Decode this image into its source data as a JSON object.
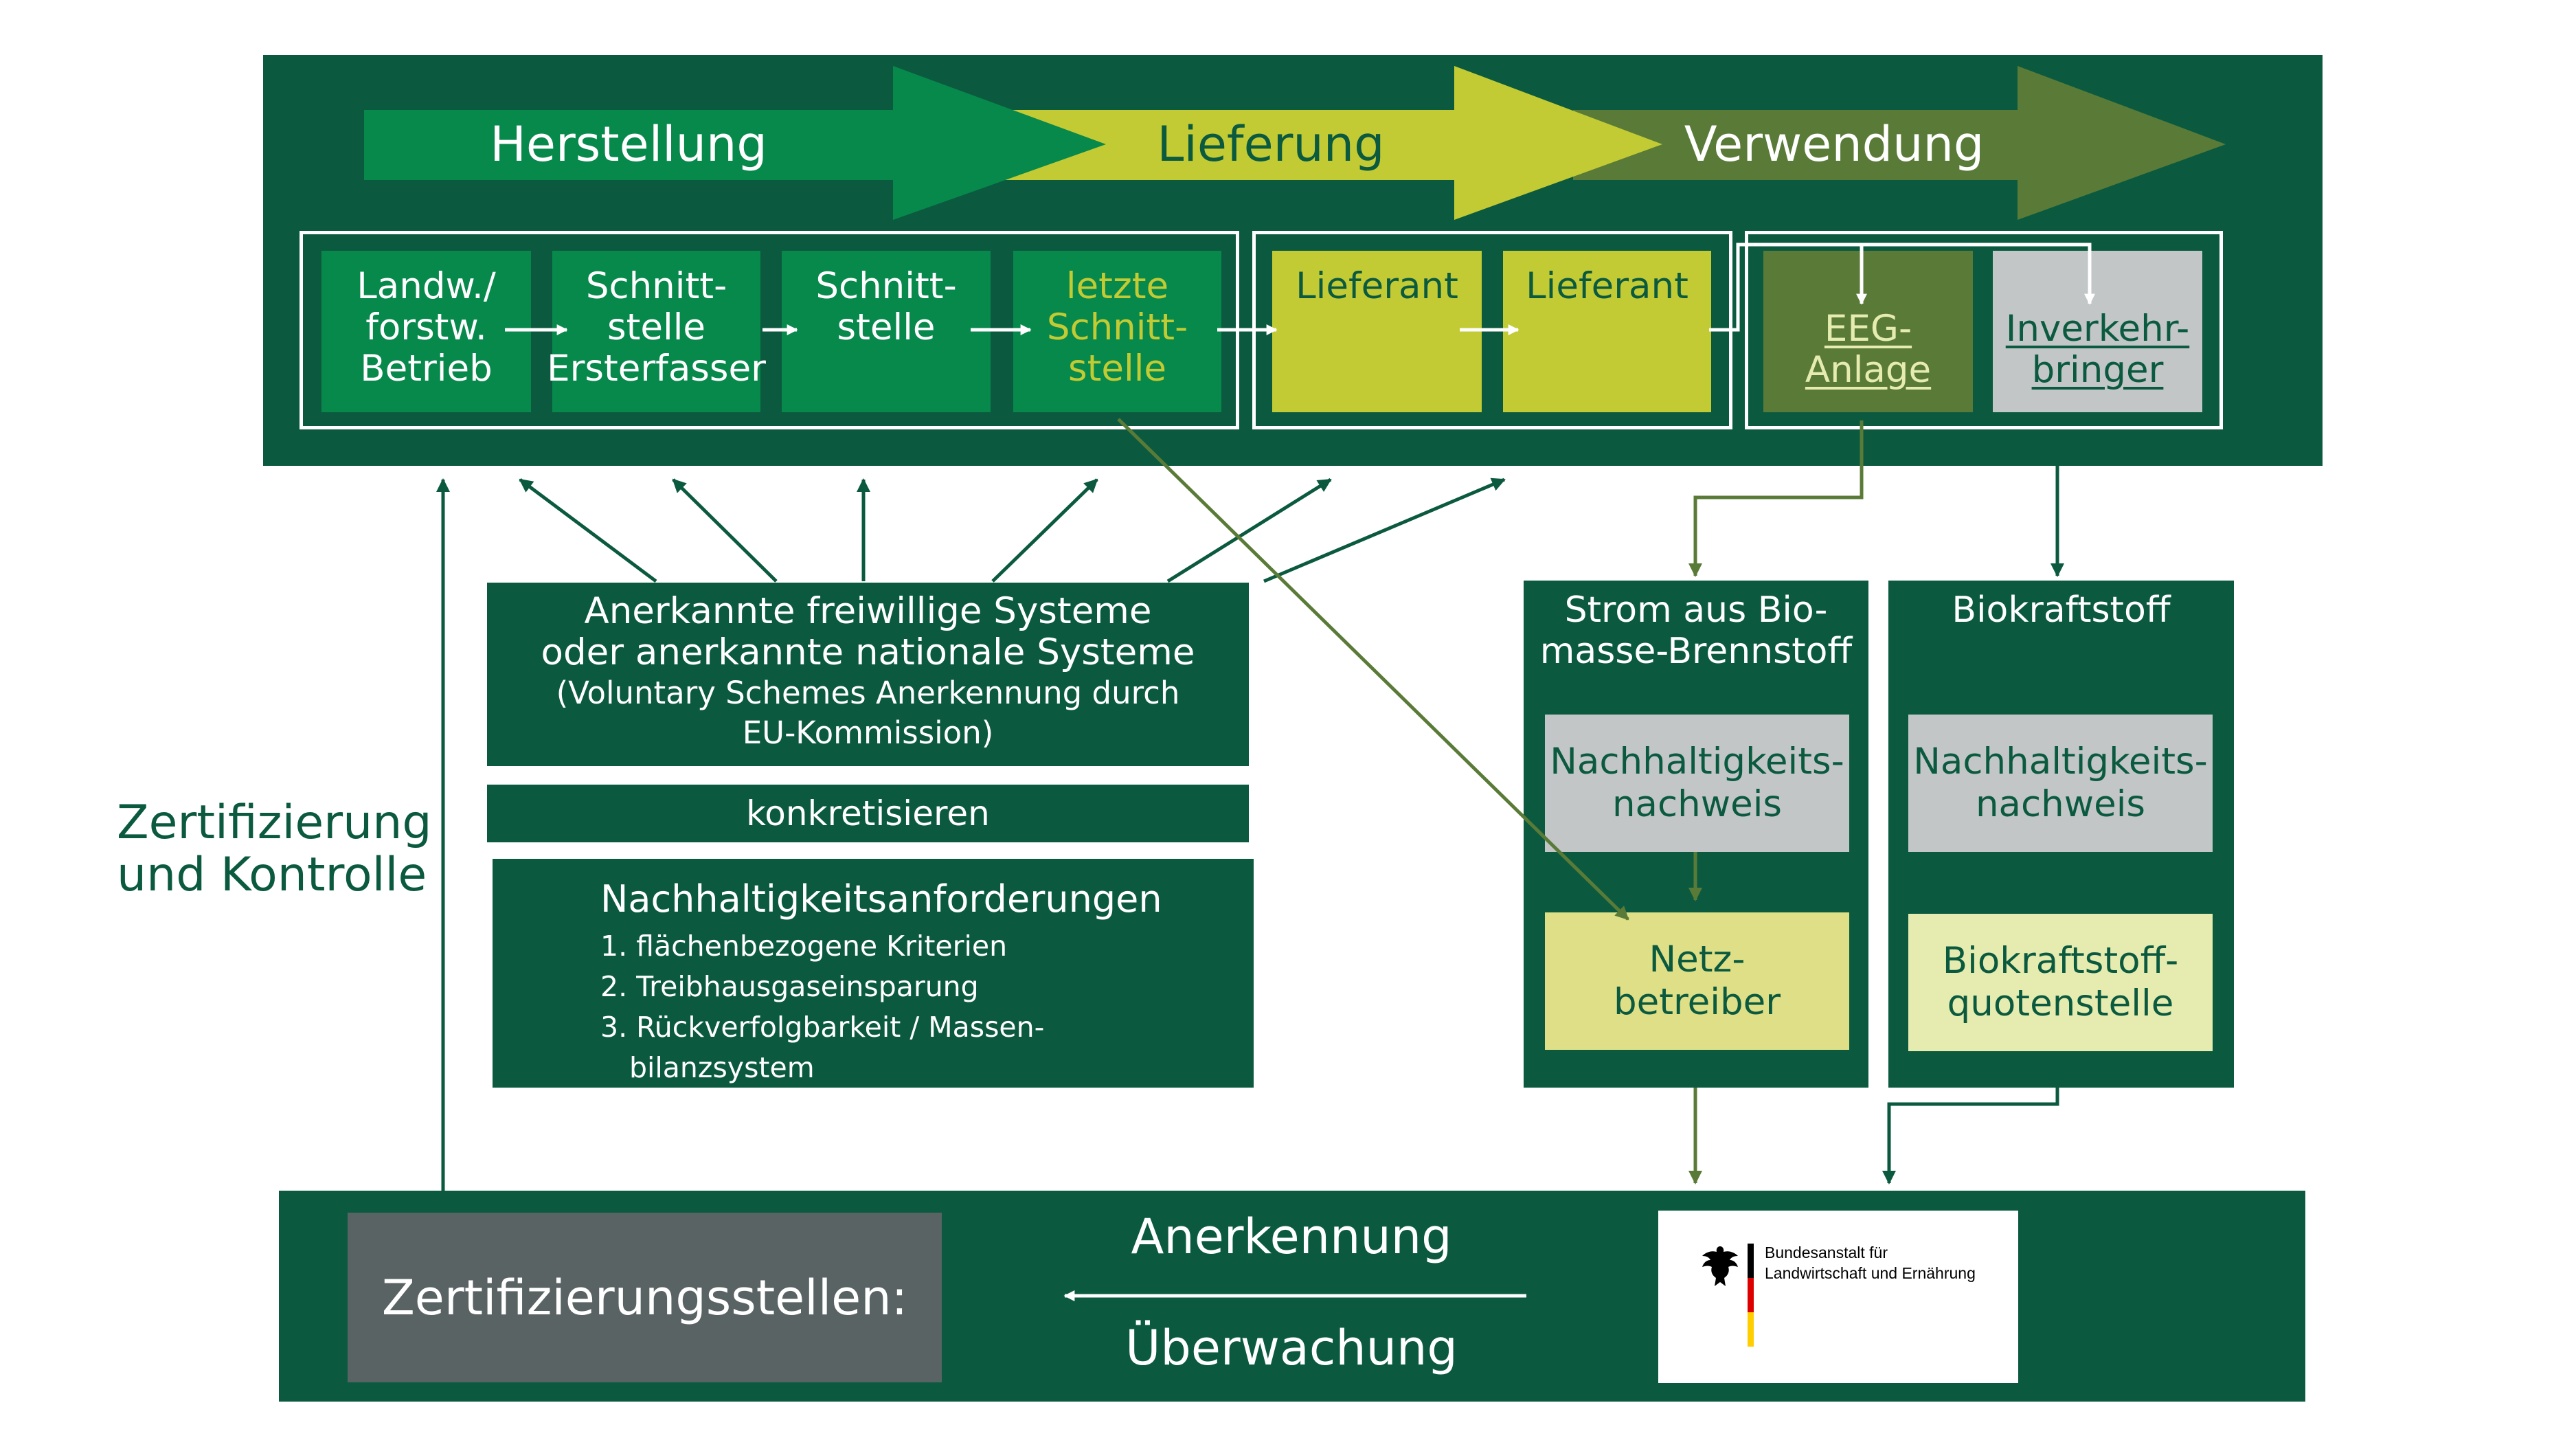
{
  "phases": [
    {
      "label": "Herstellung"
    },
    {
      "label": "Lieferung"
    },
    {
      "label": "Verwendung"
    }
  ],
  "chain": {
    "n1": [
      "Landw./",
      "forstw.",
      "Betrieb"
    ],
    "n2": [
      "Schnitt-",
      "stelle",
      "Ersterfasser"
    ],
    "n3": [
      "Schnitt-",
      "stelle"
    ],
    "n4": [
      "letzte",
      "Schnitt-",
      "stelle"
    ],
    "n5": [
      "Lieferant"
    ],
    "n6": [
      "Lieferant"
    ],
    "n7": [
      "EEG-",
      "Anlage"
    ],
    "n8": [
      "Inverkehr-",
      "bringer"
    ]
  },
  "schemes": {
    "lines": [
      "Anerkannte freiwillige Systeme",
      "oder anerkannte nationale Systeme"
    ],
    "sub": [
      "(Voluntary Schemes Anerkennung durch",
      "EU-Kommission)"
    ]
  },
  "concretize": "konkretisieren",
  "requirements": {
    "title": "Nachhaltigkeitsanforderungen",
    "items": [
      "1. flächenbezogene Kriterien",
      "2. Treibhausgaseinsparung",
      "3. Rückverfolgbarkeit / Massen-",
      "bilanzsystem"
    ]
  },
  "cert_label": [
    "Zertifizierung",
    "und Kontrolle"
  ],
  "strom": {
    "title": [
      "Strom aus Bio-",
      "masse-Brennstoff"
    ],
    "proof": [
      "Nachhaltigkeits-",
      "nachweis"
    ],
    "operator": [
      "Netz-",
      "betreiber"
    ]
  },
  "bio": {
    "title": [
      "Biokraftstoff"
    ],
    "proof": [
      "Nachhaltigkeits-",
      "nachweis"
    ],
    "quota": [
      "Biokraftstoff-",
      "quotenstelle"
    ]
  },
  "bottom": {
    "cert_bodies": "Zertifizierungsstellen:",
    "recognition": "Anerkennung",
    "monitoring": "Überwachung",
    "logo": [
      "Bundesanstalt für",
      "Landwirtschaft und Ernährung"
    ]
  },
  "colors": {
    "dark_green": "#0b5a3f",
    "mid_green": "#07894c",
    "lime": "#c2cb33",
    "olive": "#5a7b38",
    "gray": "#c2c6c7",
    "pale_lime": "#dedf86",
    "pale_green": "#e6ecb0",
    "slate": "#596364"
  }
}
